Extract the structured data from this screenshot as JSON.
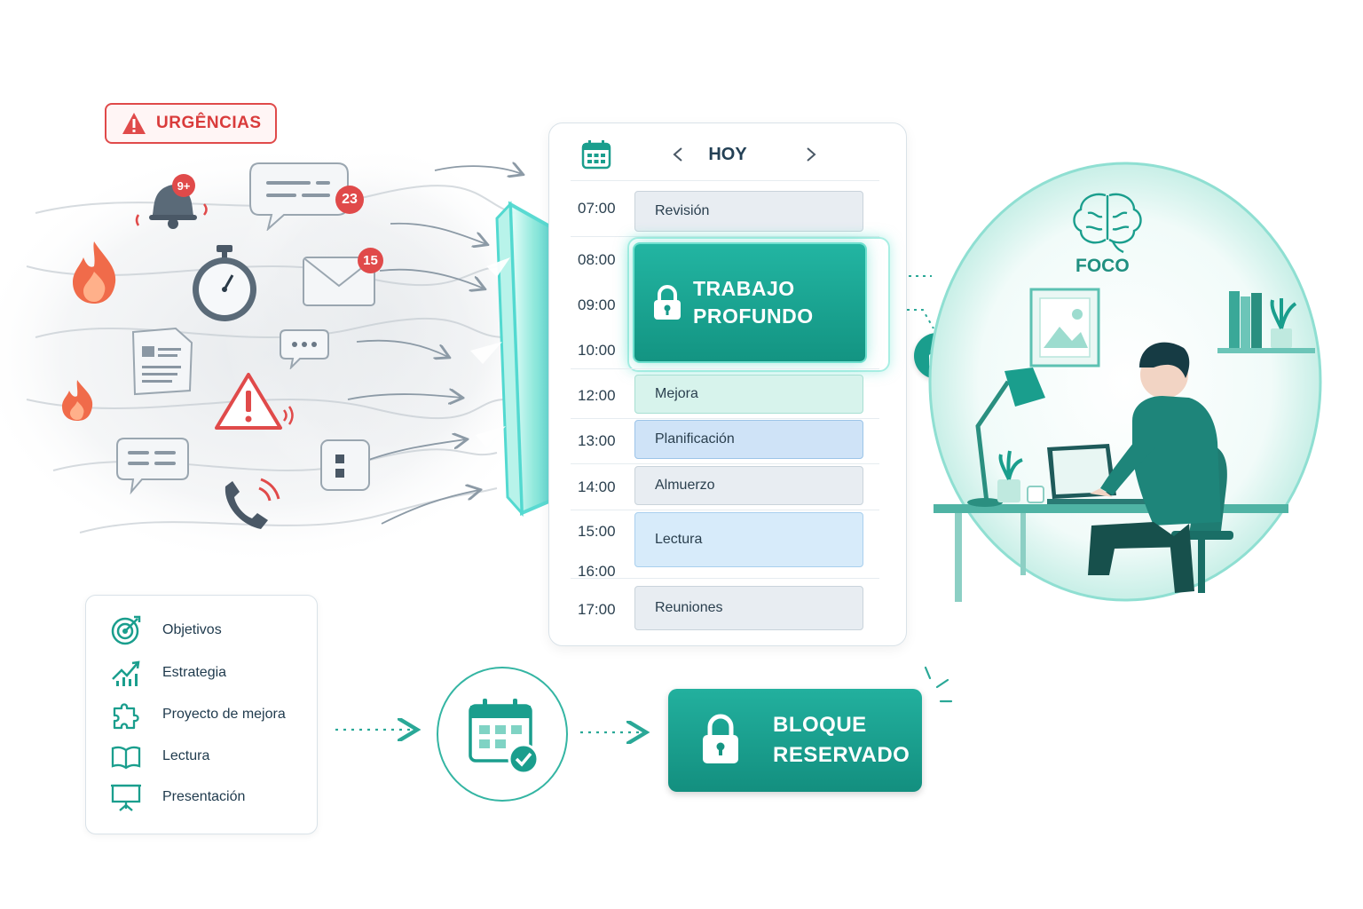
{
  "urgencias": {
    "label": "URGÊNCIAS"
  },
  "badges": {
    "bell": "9+",
    "chat": "23",
    "mail": "15"
  },
  "calendar": {
    "header": "HOY",
    "times": [
      "07:00",
      "08:00",
      "09:00",
      "10:00",
      "12:00",
      "13:00",
      "14:00",
      "15:00",
      "16:00",
      "17:00"
    ],
    "slots": {
      "revision": "Revisión",
      "deep_line1": "TRABAJO",
      "deep_line2": "PROFUNDO",
      "mejora": "Mejora",
      "planificacion": "Planificación",
      "almuerzo": "Almuerzo",
      "lectura": "Lectura",
      "reuniones": "Reuniones"
    }
  },
  "focus": {
    "label": "FOCO"
  },
  "list": {
    "items": [
      {
        "label": "Objetivos",
        "icon": "target-icon"
      },
      {
        "label": "Estrategia",
        "icon": "growth-chart-icon"
      },
      {
        "label": "Proyecto de mejora",
        "icon": "puzzle-icon"
      },
      {
        "label": "Lectura",
        "icon": "book-icon"
      },
      {
        "label": "Presentación",
        "icon": "presentation-icon"
      }
    ]
  },
  "block": {
    "line1": "BLOQUE",
    "line2": "RESERVADO"
  },
  "colors": {
    "accent": "#1a9e8d",
    "danger": "#e04a4a",
    "slot_mejora": "#d7f3ec",
    "slot_plan": "#cfe3f7",
    "slot_lectura": "#d7ebfa",
    "slot_grey": "#e8edf2"
  }
}
